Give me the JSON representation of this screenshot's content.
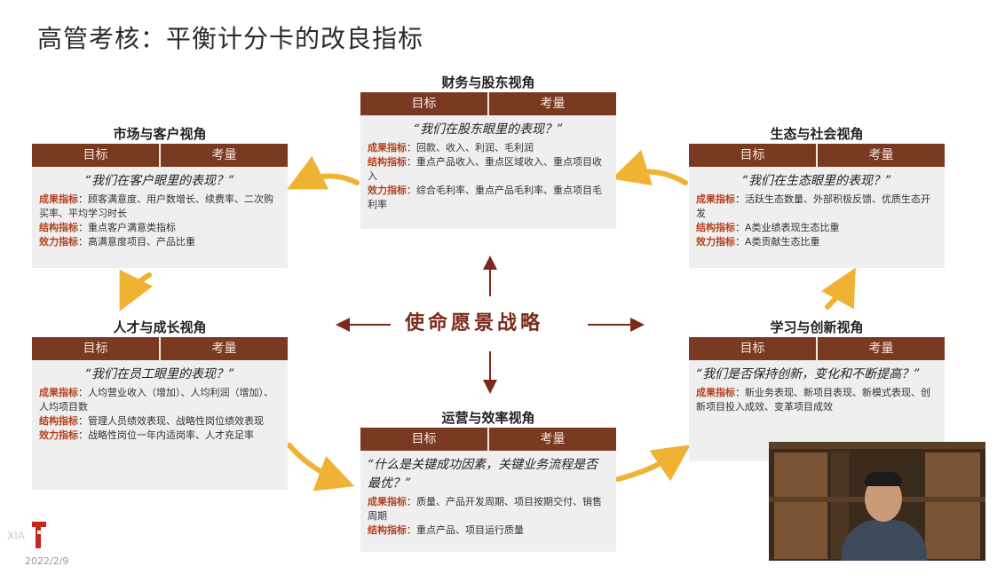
{
  "slide_title": "高管考核：平衡计分卡的改良指标",
  "center_label": "使命愿景战略",
  "boxes": {
    "finance": {
      "heading": "财务与股东视角",
      "col1": "目标",
      "col2": "考量",
      "question": "“我们在股东眼里的表现？”",
      "lines": [
        {
          "key": "成果指标",
          "text": "：回款、收入、利润、毛利润"
        },
        {
          "key": "结构指标",
          "text": "：重点产品收入、重点区域收入、重点项目收入"
        },
        {
          "key": "效力指标",
          "text": "：综合毛利率、重点产品毛利率、重点项目毛利率"
        }
      ]
    },
    "market": {
      "heading": "市场与客户视角",
      "col1": "目标",
      "col2": "考量",
      "question": "“我们在客户眼里的表现？”",
      "lines": [
        {
          "key": "成果指标",
          "text": "：顾客满意度、用户数增长、续费率、二次购买率、平均学习时长"
        },
        {
          "key": "结构指标",
          "text": "：重点客户满意类指标"
        },
        {
          "key": "效力指标",
          "text": "：高满意度项目、产品比重"
        }
      ]
    },
    "ecology": {
      "heading": "生态与社会视角",
      "col1": "目标",
      "col2": "考量",
      "question": "“我们在生态眼里的表现？”",
      "lines": [
        {
          "key": "成果指标",
          "text": "：活跃生态数量、外部积极反馈、优质生态开发"
        },
        {
          "key": "结构指标",
          "text": "：A类业绩表现生态比重"
        },
        {
          "key": "效力指标",
          "text": "：A类贡献生态比重"
        }
      ]
    },
    "talent": {
      "heading": "人才与成长视角",
      "col1": "目标",
      "col2": "考量",
      "question": "“我们在员工眼里的表现？”",
      "lines": [
        {
          "key": "成果指标",
          "text": "：人均营业收入（增加）、人均利润（增加）、人均项目数"
        },
        {
          "key": "结构指标",
          "text": "：管理人员绩效表现、战略性岗位绩效表现"
        },
        {
          "key": "效力指标",
          "text": "：战略性岗位一年内适岗率、人才充足率"
        }
      ]
    },
    "learning": {
      "heading": "学习与创新视角",
      "col1": "目标",
      "col2": "考量",
      "question": "“我们是否保持创新，变化和不断提高？”",
      "lines": [
        {
          "key": "成果指标",
          "text": "：新业务表现、新项目表现、新模式表现、创新项目投入成效、变革项目成效"
        }
      ]
    },
    "operations": {
      "heading": "运营与效率视角",
      "col1": "目标",
      "col2": "考量",
      "question": "“什么是关键成功因素，关键业务流程是否最优？”",
      "lines": [
        {
          "key": "成果指标",
          "text": "：质量、产品开发周期、项目按期交付、销售周期"
        },
        {
          "key": "结构指标",
          "text": "：重点产品、项目运行质量"
        }
      ]
    }
  },
  "footer": {
    "date_partial": "2022/2/9"
  },
  "colors": {
    "bar": "#7a3a22",
    "key_text": "#b3401d",
    "arrow_gold": "#f0b233",
    "center_text": "#7a2a1a"
  }
}
